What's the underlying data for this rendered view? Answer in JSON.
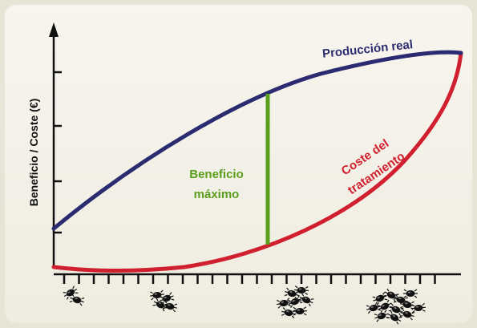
{
  "colors": {
    "background": "#e9e5d6",
    "panel": "#f4f2ea",
    "production": "#2a2b70",
    "treatment": "#d0202f",
    "benefit": "#5a9e1c",
    "axis": "#111111"
  },
  "diagram": {
    "y_axis_label": "Beneficio / Coste (€)",
    "production_label": "Producción real",
    "treatment_label_line1": "Coste del",
    "treatment_label_line2": "tratamiento",
    "benefit_label_line1": "Beneficio",
    "benefit_label_line2": "máximo",
    "pest_density_icon": "bug-icon",
    "pest_groups": [
      2,
      4,
      7,
      12
    ]
  }
}
